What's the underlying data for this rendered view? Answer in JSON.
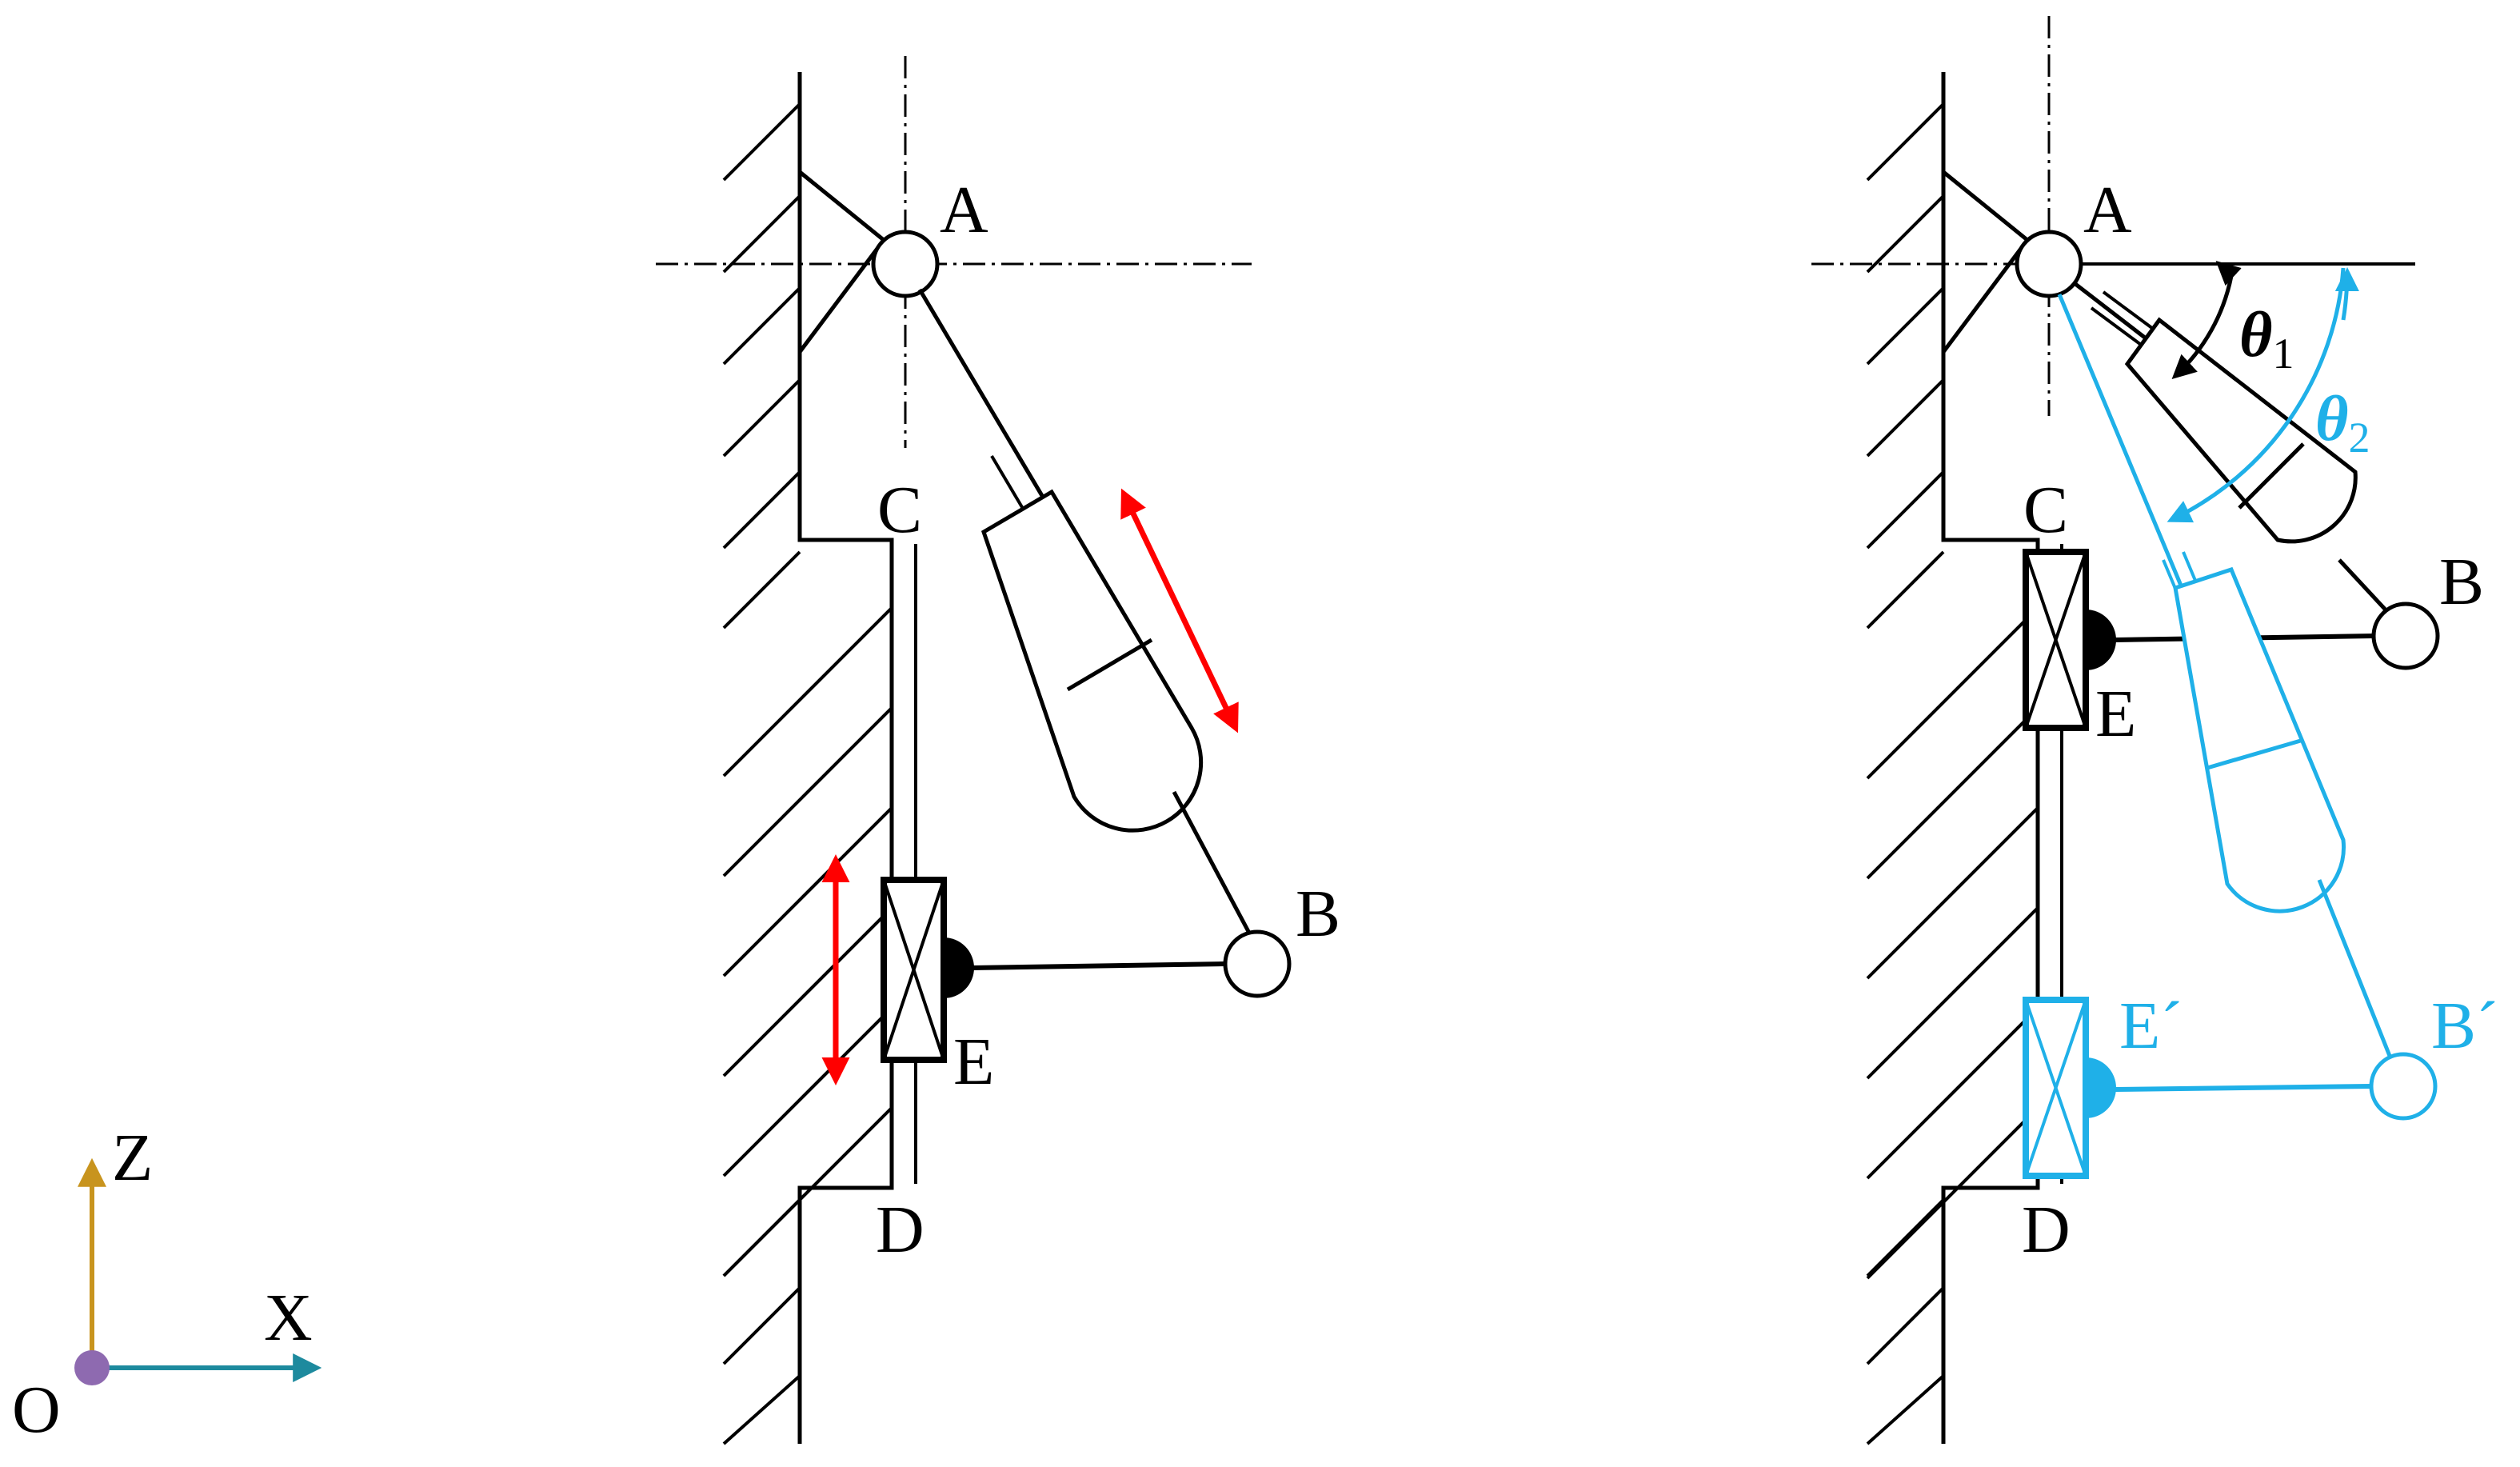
{
  "colors": {
    "line": "#000000",
    "motion_arrow": "#ff0000",
    "displaced": "#1fb0e8",
    "axis_z": "#c8941e",
    "axis_x": "#1d8a9e",
    "origin": "#8e6ab0"
  },
  "axes": {
    "z_label": "Z",
    "x_label": "X",
    "origin_label": "O"
  },
  "left_mechanism": {
    "label_a": "A",
    "label_b": "B",
    "label_c": "C",
    "label_d": "D",
    "label_e": "E"
  },
  "right_mechanism": {
    "label_a": "A",
    "label_b": "B",
    "label_c": "C",
    "label_d": "D",
    "label_e": "E",
    "label_b_prime": "B´",
    "label_e_prime": "E´",
    "theta1_symbol": "θ",
    "theta1_subscript": "1",
    "theta2_symbol": "θ",
    "theta2_subscript": "2"
  }
}
